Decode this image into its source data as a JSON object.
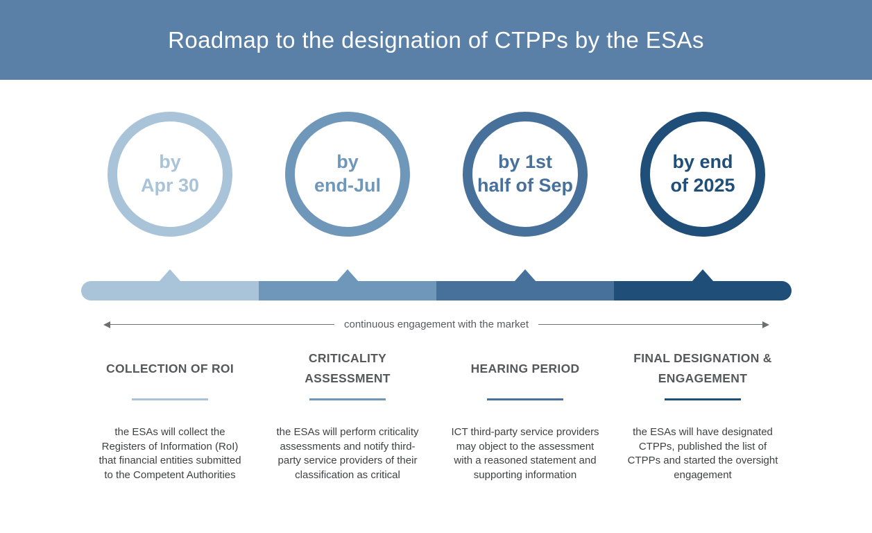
{
  "header": {
    "title": "Roadmap to the designation of CTPPs by the ESAs"
  },
  "palette": {
    "banner": "#5b80a7",
    "text_gray": "#57585a",
    "body_gray": "#3f4041"
  },
  "timeline": {
    "arrow_label": "continuous engagement with the market"
  },
  "stages": [
    {
      "date_line1": "by",
      "date_line2": "Apr 30",
      "color": "#a9c3d9",
      "heading": "COLLECTION OF ROI",
      "description": "the ESAs will collect the Registers of Information (RoI) that financial entities submitted to the Competent Authorities"
    },
    {
      "date_line1": "by",
      "date_line2": "end-Jul",
      "color": "#6f97ba",
      "heading": "CRITICALITY ASSESSMENT",
      "description": "the ESAs will perform criticality assessments and notify third-party service providers of their classification as critical"
    },
    {
      "date_line1": "by 1st",
      "date_line2": "half of Sep",
      "color": "#47719a",
      "heading": "HEARING PERIOD",
      "description": "ICT third-party service providers may object to the assessment with a reasoned statement and supporting information"
    },
    {
      "date_line1": "by end",
      "date_line2": "of 2025",
      "color": "#1f4e79",
      "heading": "FINAL DESIGNATION & ENGAGEMENT",
      "description": "the ESAs will have designated CTPPs, published the list of CTPPs and started the oversight engagement"
    }
  ]
}
